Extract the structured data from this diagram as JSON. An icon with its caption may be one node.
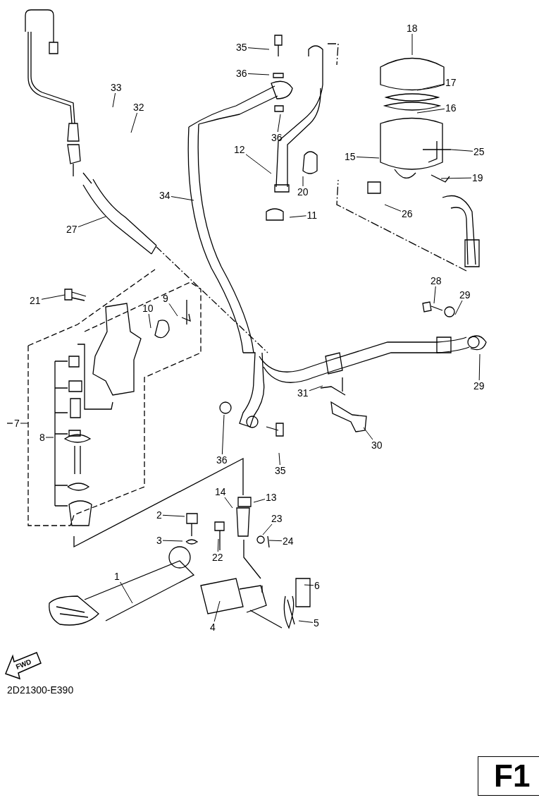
{
  "diagram": {
    "nodes": [
      {
        "text": [
          "18"
        ]
      },
      {
        "text": [
          "35"
        ]
      },
      {
        "text": [
          "36"
        ]
      },
      {
        "text": [
          "17"
        ]
      },
      {
        "text": [
          "33"
        ]
      },
      {
        "text": [
          "32"
        ]
      },
      {
        "text": [
          "16"
        ]
      },
      {
        "text": [
          "36"
        ]
      },
      {
        "text": [
          "15"
        ]
      },
      {
        "text": [
          "25"
        ]
      },
      {
        "text": [
          "12"
        ]
      },
      {
        "text": [
          "20"
        ]
      },
      {
        "text": [
          "19"
        ]
      },
      {
        "text": [
          "34"
        ]
      },
      {
        "text": [
          "26"
        ]
      },
      {
        "text": [
          "11"
        ]
      },
      {
        "text": [
          "27"
        ]
      },
      {
        "text": [
          "21"
        ]
      },
      {
        "text": [
          "9"
        ]
      },
      {
        "text": [
          "10"
        ]
      },
      {
        "text": [
          "28"
        ]
      },
      {
        "text": [
          "29"
        ]
      },
      {
        "text": [
          "7"
        ]
      },
      {
        "text": [
          "8"
        ]
      },
      {
        "text": [
          "29"
        ]
      },
      {
        "text": [
          "31"
        ]
      },
      {
        "text": [
          "30"
        ]
      },
      {
        "text": [
          "36"
        ]
      },
      {
        "text": [
          "35"
        ]
      },
      {
        "text": [
          "13"
        ]
      },
      {
        "text": [
          "14"
        ]
      },
      {
        "text": [
          "23"
        ]
      },
      {
        "text": [
          "2"
        ]
      },
      {
        "text": [
          "24"
        ]
      },
      {
        "text": [
          "3"
        ]
      },
      {
        "text": [
          "22"
        ]
      },
      {
        "text": [
          "1"
        ]
      },
      {
        "text": [
          "6"
        ]
      },
      {
        "text": [
          "4"
        ]
      },
      {
        "text": [
          "5"
        ]
      }
    ],
    "edges": [
      {
        "from": 0,
        "to": null,
        "arrow": "none"
      },
      {
        "from": 1,
        "to": null,
        "arrow": "none"
      },
      {
        "from": 2,
        "to": null,
        "arrow": "none"
      },
      {
        "from": 3,
        "to": null,
        "arrow": "none"
      },
      {
        "from": 4,
        "to": null,
        "arrow": "none"
      },
      {
        "from": 5,
        "to": null,
        "arrow": "none"
      },
      {
        "from": 6,
        "to": null,
        "arrow": "none"
      },
      {
        "from": 7,
        "to": null,
        "arrow": "none"
      },
      {
        "from": 8,
        "to": null,
        "arrow": "none"
      },
      {
        "from": 9,
        "to": null,
        "arrow": "none"
      },
      {
        "from": 10,
        "to": null,
        "arrow": "none"
      },
      {
        "from": 11,
        "to": null,
        "arrow": "none"
      },
      {
        "from": 12,
        "to": null,
        "arrow": "none"
      },
      {
        "from": 13,
        "to": null,
        "arrow": "none"
      },
      {
        "from": 14,
        "to": null,
        "arrow": "none"
      },
      {
        "from": 15,
        "to": null,
        "arrow": "none"
      },
      {
        "from": 16,
        "to": null,
        "arrow": "none"
      },
      {
        "from": 17,
        "to": null,
        "arrow": "none"
      },
      {
        "from": 18,
        "to": null,
        "arrow": "none"
      },
      {
        "from": 19,
        "to": null,
        "arrow": "none"
      },
      {
        "from": 20,
        "to": null,
        "arrow": "none"
      },
      {
        "from": 21,
        "to": null,
        "arrow": "none"
      },
      {
        "from": 22,
        "to": null,
        "arrow": "none"
      },
      {
        "from": 23,
        "to": null,
        "arrow": "none"
      },
      {
        "from": 24,
        "to": null,
        "arrow": "none"
      },
      {
        "from": 25,
        "to": null,
        "arrow": "none"
      },
      {
        "from": 26,
        "to": null,
        "arrow": "none"
      },
      {
        "from": 27,
        "to": null,
        "arrow": "none"
      },
      {
        "from": 28,
        "to": null,
        "arrow": "none"
      },
      {
        "from": 29,
        "to": null,
        "arrow": "none"
      },
      {
        "from": 30,
        "to": null,
        "arrow": "none"
      },
      {
        "from": 31,
        "to": null,
        "arrow": "none"
      },
      {
        "from": 32,
        "to": null,
        "arrow": "none"
      },
      {
        "from": 33,
        "to": null,
        "arrow": "none"
      },
      {
        "from": 34,
        "to": null,
        "arrow": "none"
      },
      {
        "from": 35,
        "to": null,
        "arrow": "none"
      },
      {
        "from": 36,
        "to": null,
        "arrow": "none"
      },
      {
        "from": 37,
        "to": null,
        "arrow": "none"
      },
      {
        "from": 38,
        "to": null,
        "arrow": "none"
      },
      {
        "from": 39,
        "to": null,
        "arrow": "none"
      }
    ],
    "labels": [
      "FWD",
      "2D21300-E390",
      "F1"
    ]
  }
}
